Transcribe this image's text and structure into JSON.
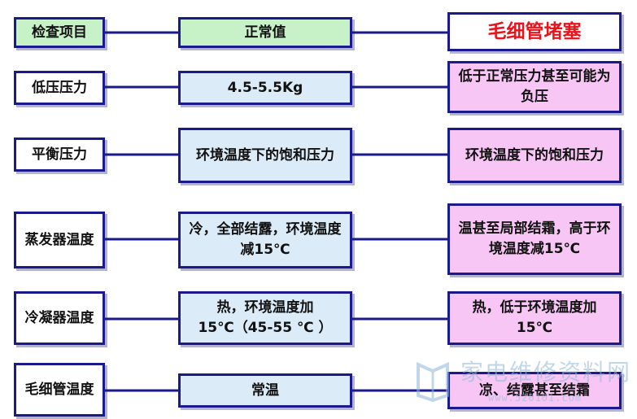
{
  "header": {
    "item": "检查项目",
    "normal": "正常值",
    "fault": "毛细管堵塞"
  },
  "rows": [
    {
      "item": "低压压力",
      "normal": "4.5-5.5Kg",
      "fault": "低于正常压力甚至可能为负压"
    },
    {
      "item": "平衡压力",
      "normal": "环境温度下的饱和压力",
      "fault": "环境温度下的饱和压力"
    },
    {
      "item": "蒸发器温度",
      "normal": "冷，全部结露，环境温度减15℃",
      "fault": "温甚至局部结霜，高于环境温度减15℃"
    },
    {
      "item": "冷凝器温度",
      "normal": "热，环境温度加15℃（45-55 ℃ ）",
      "fault": "热，低于环境温度加15℃"
    },
    {
      "item": "毛细管温度",
      "normal": "常温",
      "fault": "凉、结露甚至结霜"
    }
  ],
  "watermark": {
    "text": "家电维修资料网",
    "url": "www.520101.com"
  },
  "colors": {
    "border": "#1a1a8c",
    "header_green": "#c7f2c7",
    "normal_blue": "#dcebf8",
    "fault_pink": "#f7c6f4",
    "fault_title_red": "#e8141c"
  }
}
